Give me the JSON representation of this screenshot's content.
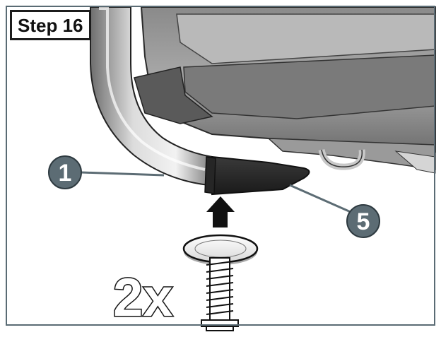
{
  "step_label": "Step 16",
  "callouts": [
    {
      "number": "1"
    },
    {
      "number": "5"
    }
  ],
  "quantity_label": "2x",
  "colors": {
    "callout_fill": "#5c6c74",
    "frame_border": "#5a6b74",
    "arrow": "#111111"
  }
}
